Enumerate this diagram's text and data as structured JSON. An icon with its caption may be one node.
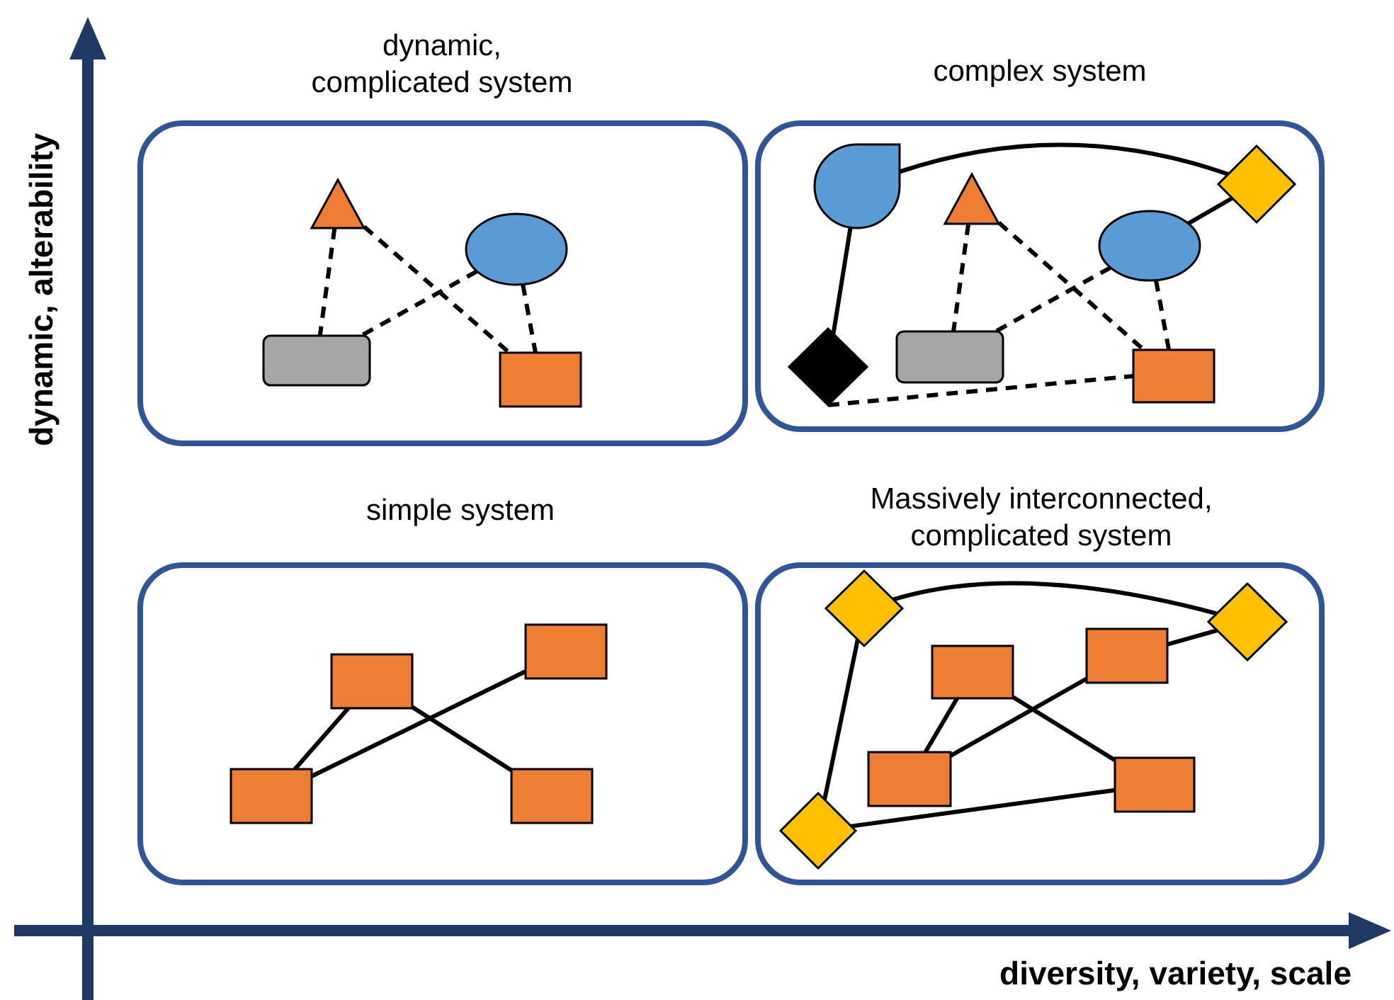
{
  "diagram": {
    "nodes": [
      {
        "text": [
          "dynamic, complicated system"
        ]
      },
      {
        "text": [],
        "shape": "triangle",
        "in": 0
      },
      {
        "text": [],
        "shape": "ellipse",
        "in": 0
      },
      {
        "text": [],
        "shape": "box",
        "in": 0
      },
      {
        "text": [],
        "shape": "box",
        "in": 0
      },
      {
        "text": [
          "complex system"
        ]
      },
      {
        "text": [],
        "shape": "drop",
        "in": 5
      },
      {
        "text": [],
        "shape": "diamond",
        "in": 5
      },
      {
        "text": [],
        "shape": "triangle",
        "in": 5
      },
      {
        "text": [],
        "shape": "ellipse",
        "in": 5
      },
      {
        "text": [],
        "shape": "diamond",
        "in": 5
      },
      {
        "text": [],
        "shape": "box",
        "in": 5
      },
      {
        "text": [],
        "shape": "box",
        "in": 5
      },
      {
        "text": [
          "simple system"
        ]
      },
      {
        "text": [],
        "shape": "box",
        "in": 13
      },
      {
        "text": [],
        "shape": "box",
        "in": 13
      },
      {
        "text": [],
        "shape": "box",
        "in": 13
      },
      {
        "text": [],
        "shape": "box",
        "in": 13
      },
      {
        "text": [
          "Massively interconnected, complicated system"
        ]
      },
      {
        "text": [],
        "shape": "diamond",
        "in": 18
      },
      {
        "text": [],
        "shape": "diamond",
        "in": 18
      },
      {
        "text": [],
        "shape": "box",
        "in": 18
      },
      {
        "text": [],
        "shape": "box",
        "in": 18
      },
      {
        "text": [],
        "shape": "box",
        "in": 18
      },
      {
        "text": [],
        "shape": "box",
        "in": 18
      },
      {
        "text": [],
        "shape": "diamond",
        "in": 18
      }
    ],
    "edges": [
      {
        "from": 1,
        "to": 3,
        "arrow": "none",
        "style": "dashed"
      },
      {
        "from": 1,
        "to": 4,
        "arrow": "none",
        "style": "dashed"
      },
      {
        "from": 2,
        "to": 3,
        "arrow": "none",
        "style": "dashed"
      },
      {
        "from": 2,
        "to": 4,
        "arrow": "none",
        "style": "dashed"
      },
      {
        "from": 6,
        "to": 7,
        "arrow": "none"
      },
      {
        "from": 6,
        "to": 10,
        "arrow": "none"
      },
      {
        "from": 9,
        "to": 7,
        "arrow": "none"
      },
      {
        "from": 8,
        "to": 11,
        "arrow": "none",
        "style": "dashed"
      },
      {
        "from": 8,
        "to": 12,
        "arrow": "none",
        "style": "dashed"
      },
      {
        "from": 9,
        "to": 11,
        "arrow": "none",
        "style": "dashed"
      },
      {
        "from": 9,
        "to": 12,
        "arrow": "none",
        "style": "dashed"
      },
      {
        "from": 10,
        "to": 12,
        "arrow": "none",
        "style": "dashed"
      },
      {
        "from": 15,
        "to": 16,
        "arrow": "none"
      },
      {
        "from": 15,
        "to": 17,
        "arrow": "none"
      },
      {
        "from": 14,
        "to": 16,
        "arrow": "none"
      },
      {
        "from": 19,
        "to": 20,
        "arrow": "none"
      },
      {
        "from": 19,
        "to": 25,
        "arrow": "none"
      },
      {
        "from": 20,
        "to": 21,
        "arrow": "none"
      },
      {
        "from": 22,
        "to": 23,
        "arrow": "none"
      },
      {
        "from": 22,
        "to": 24,
        "arrow": "none"
      },
      {
        "from": 21,
        "to": 23,
        "arrow": "none"
      },
      {
        "from": 25,
        "to": 24,
        "arrow": "none"
      }
    ],
    "labels": [
      "dynamic, alterability",
      "diversity, variety, scale"
    ]
  }
}
